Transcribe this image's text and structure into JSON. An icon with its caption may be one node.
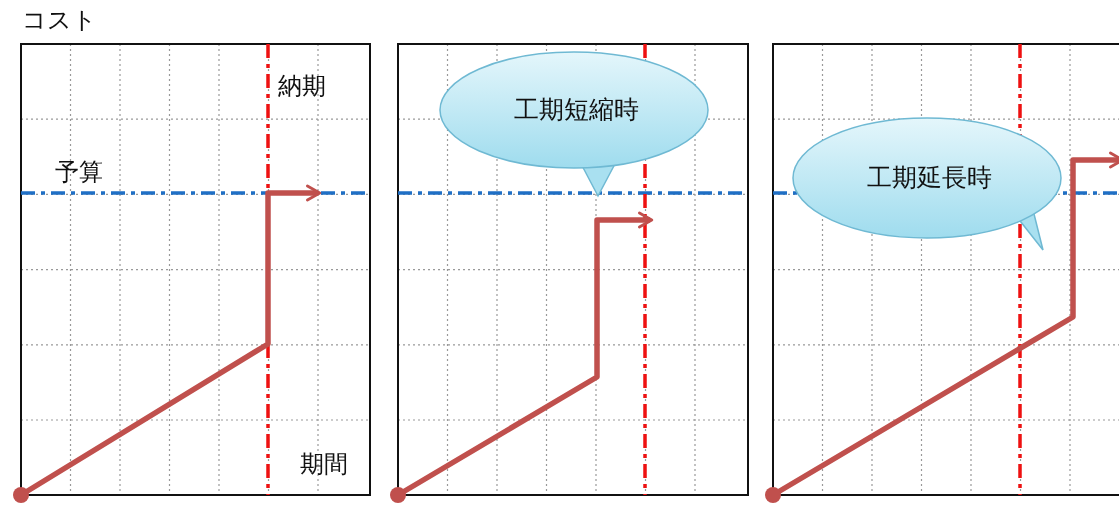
{
  "diagram": {
    "nodes": [
      {
        "text": [
          "工期短縮時"
        ]
      },
      {
        "text": [
          "工期延長時"
        ]
      }
    ],
    "labels": [
      "コスト",
      "納期",
      "予算",
      "期間"
    ]
  }
}
